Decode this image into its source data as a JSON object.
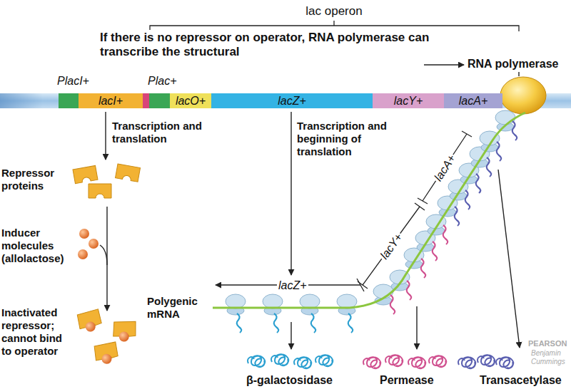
{
  "diagram": {
    "nodes": [
      {
        "text": [
          "PlacI+"
        ]
      },
      {
        "text": [
          "lacI+"
        ]
      },
      {
        "text": [
          "Plac+"
        ]
      },
      {
        "text": [
          "lacO+"
        ]
      },
      {
        "text": [
          "lacZ+"
        ]
      },
      {
        "text": [
          "lacY+"
        ]
      },
      {
        "text": [
          "lacA+"
        ]
      }
    ],
    "labels": [
      "lac operon",
      "If there is no repressor on operator, RNA polymerase can transcribe the structural",
      "RNA polymerase",
      "Transcription and translation",
      "Transcription and beginning of translation",
      "Repressor proteins",
      "Inducer molecules (allolactose)",
      "Inactivated repressor; cannot bind to operator",
      "Polygenic mRNA",
      "lacZ+",
      "lacY+",
      "lacA+",
      "β-galactosidase",
      "Permease",
      "Transacetylase",
      "PEARSON",
      "Benjamin Cummings"
    ]
  }
}
